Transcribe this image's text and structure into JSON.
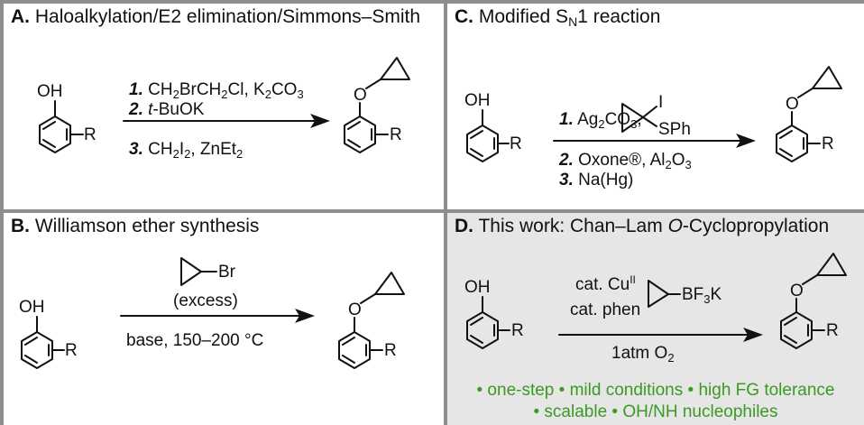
{
  "panels": {
    "a": {
      "letter": "A.",
      "title": "Haloalkylation/E2 elimination/Simmons–Smith",
      "substituent": "R",
      "hydroxyl": "OH",
      "ether_o": "O",
      "step1_num": "1.",
      "step1": [
        "CH",
        "2",
        "BrCH",
        "2",
        "Cl, K",
        "2",
        "CO",
        "3"
      ],
      "step2_num": "2.",
      "step2_t": "t",
      "step2_rest": "-BuOK",
      "step3_num": "3.",
      "step3": [
        "CH",
        "2",
        "I",
        "2",
        ", ZnEt",
        "2"
      ]
    },
    "b": {
      "letter": "B.",
      "title": "Williamson ether synthesis",
      "substituent": "R",
      "hydroxyl": "OH",
      "ether_o": "O",
      "reagent_halide": "Br",
      "reagent_note": "(excess)",
      "conditions": "base, 150–200 °C"
    },
    "c": {
      "letter": "C.",
      "title_pre": "Modified S",
      "title_sub": "N",
      "title_post": "1 reaction",
      "substituent": "R",
      "hydroxyl": "OH",
      "ether_o": "O",
      "step1_num": "1.",
      "step1": [
        "Ag",
        "2",
        "CO",
        "3",
        ","
      ],
      "iodo": "I",
      "sph": "SPh",
      "step2_num": "2.",
      "step2": [
        "Oxone®, Al",
        "2",
        "O",
        "3"
      ],
      "step3_num": "3.",
      "step3": "Na(Hg)"
    },
    "d": {
      "letter": "D.",
      "title_pre": "This work: Chan–Lam ",
      "title_italic": "O",
      "title_post": "-Cyclopropylation",
      "substituent": "R",
      "hydroxyl": "OH",
      "ether_o": "O",
      "cat1_pre": "cat. Cu",
      "cat1_sup": "II",
      "cat2": "cat. phen",
      "bf3k": [
        "BF",
        "3",
        "K"
      ],
      "oxygen": [
        "1atm O",
        "2"
      ],
      "features_1": "• one-step • mild conditions • high FG tolerance",
      "features_2": "• scalable • OH/NH nucleophiles"
    }
  },
  "colors": {
    "border": "#8e8e8e",
    "highlight_panel": "#e6e6e6",
    "feature_text": "#3a9a24"
  }
}
